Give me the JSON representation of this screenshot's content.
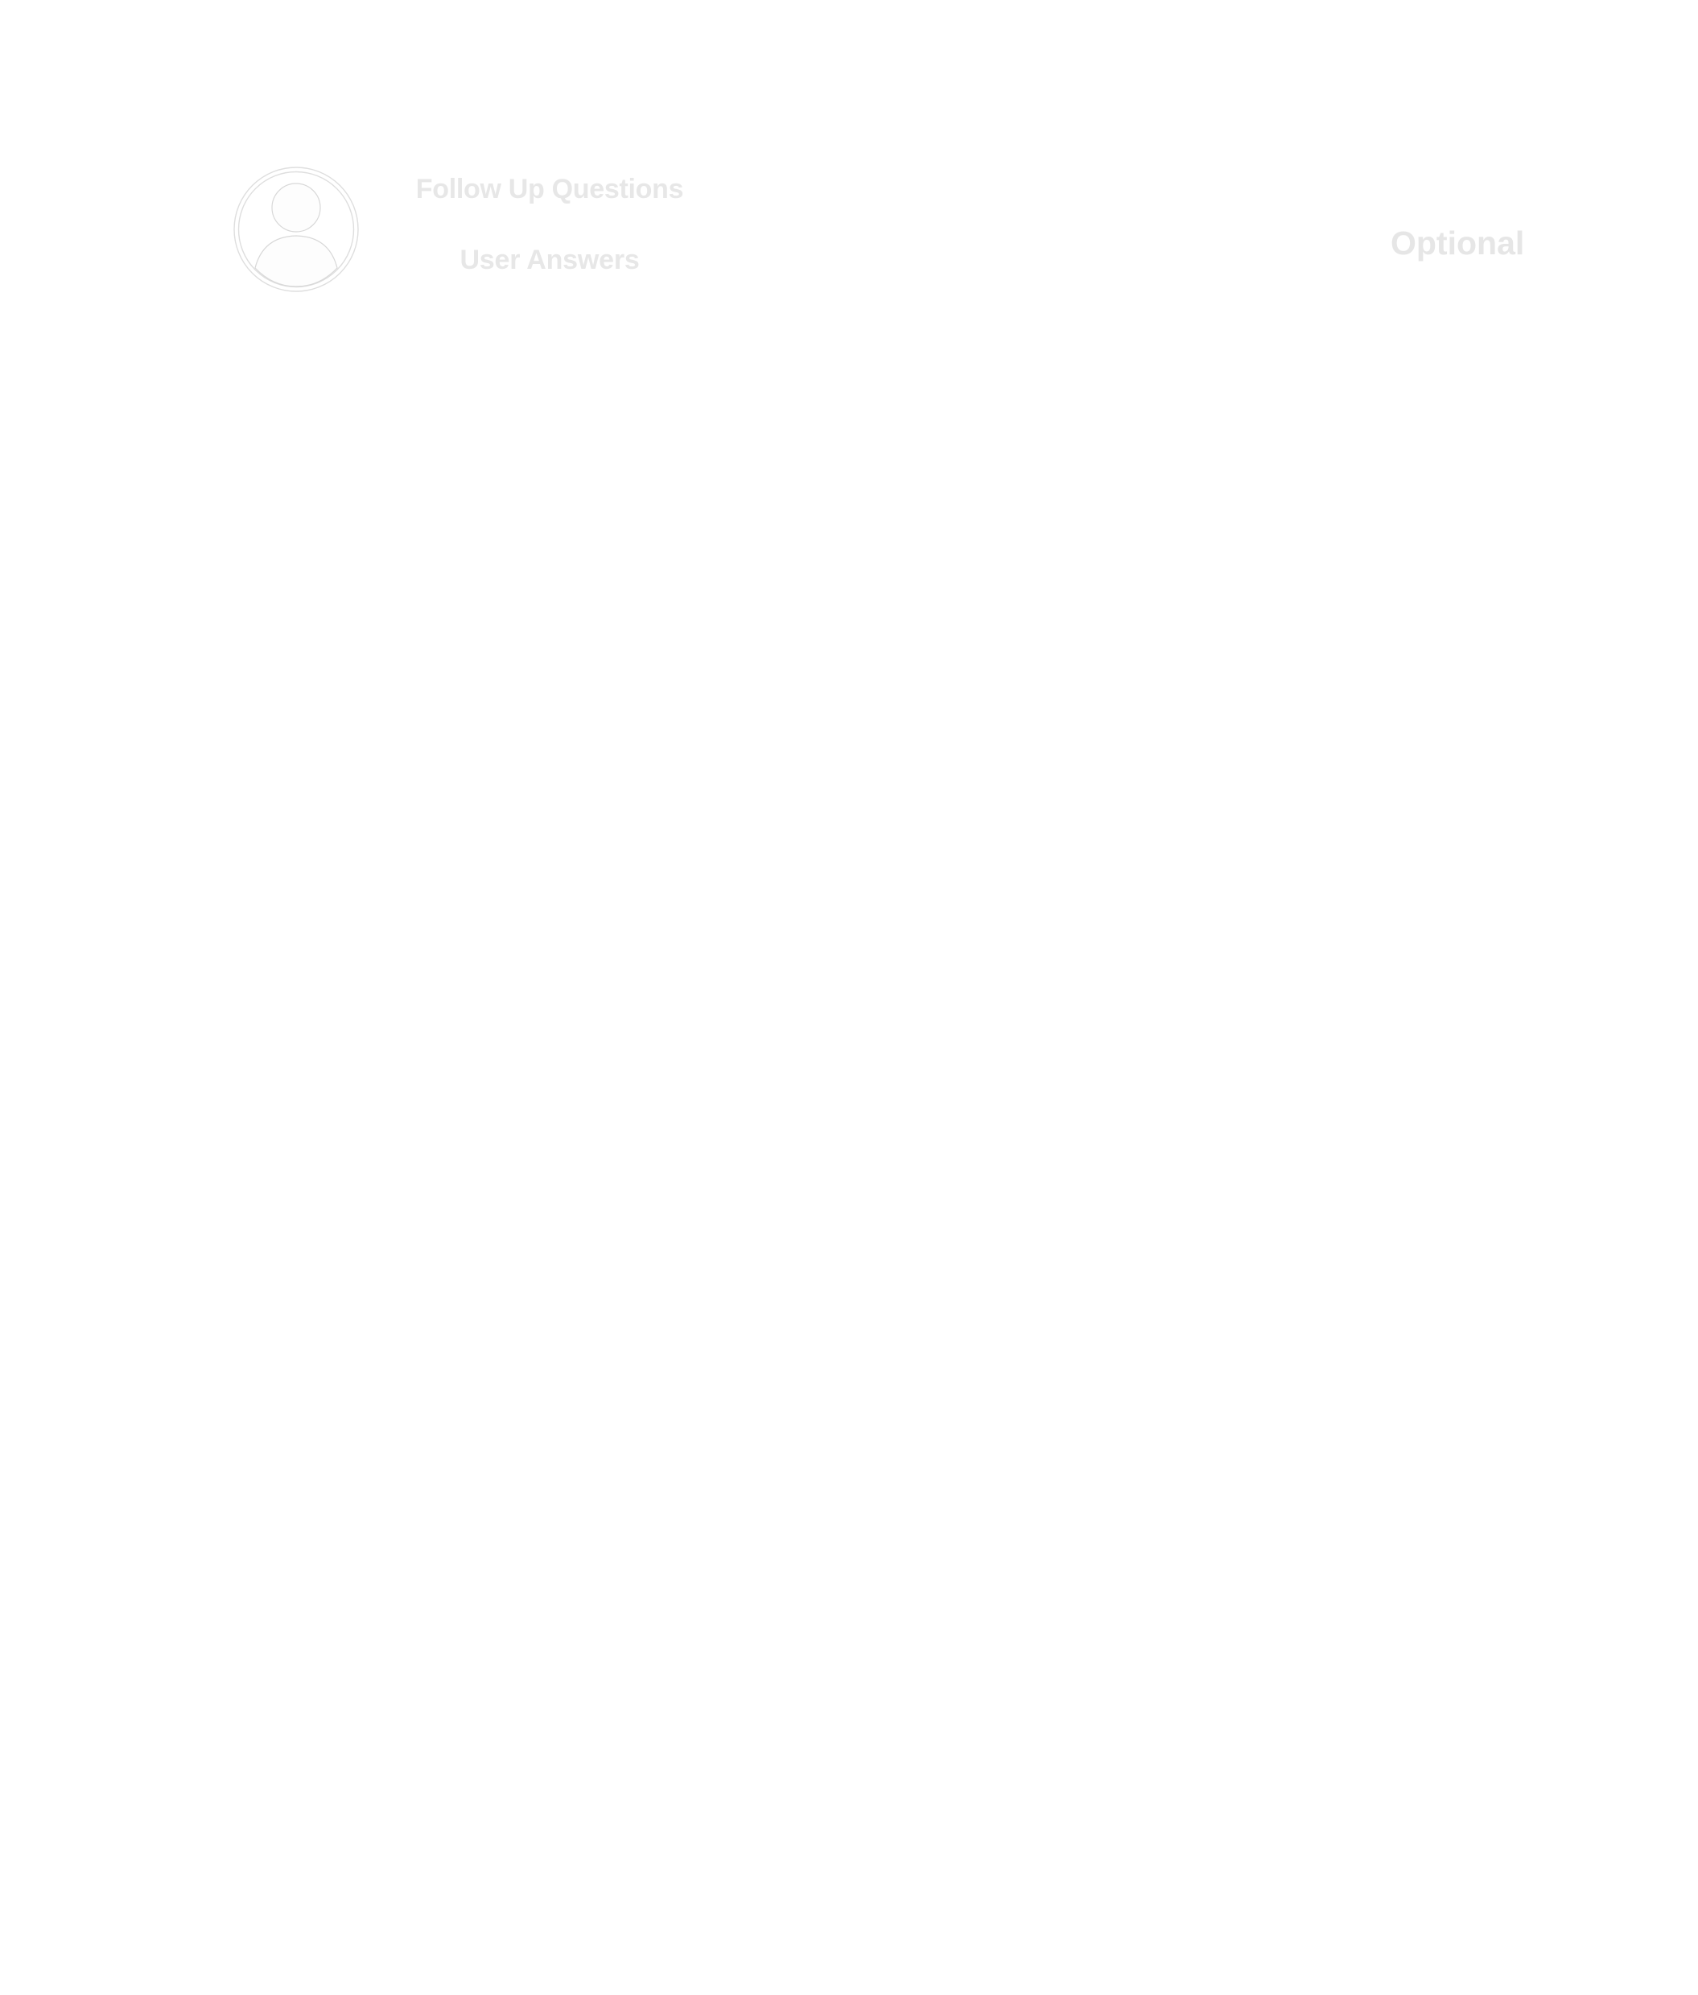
{
  "header": {
    "avatar_icon": "user-avatar-icon",
    "title": "Follow Up Questions",
    "subtitle": "User Answers",
    "badge": "Optional"
  },
  "colors": {
    "background": "#ffffff",
    "text_muted": "#e7e7e7",
    "icon_stroke": "#dcdcdc"
  }
}
